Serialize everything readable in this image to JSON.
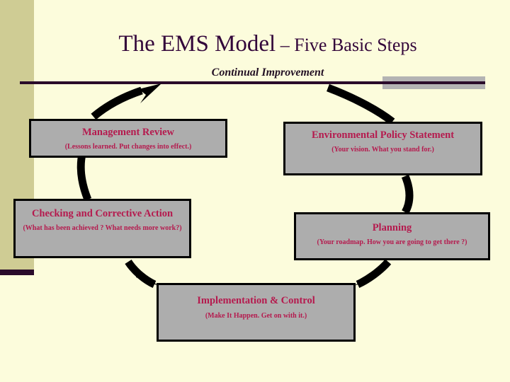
{
  "slide": {
    "title_main": "The EMS Model",
    "title_sub": " – Five Basic Steps",
    "cycle_label": "Continual Improvement",
    "background_color": "#fcfcdc",
    "accent_color": "#33063a",
    "band_color": "#cfcc94",
    "box_fill_color": "#adadad",
    "box_border_color": "#000000",
    "box_text_color": "#b51a4e",
    "arrow_color": "#000000"
  },
  "boxes": [
    {
      "id": "management-review",
      "head": "Management Review",
      "note": "(Lessons learned.  Put changes into effect.)"
    },
    {
      "id": "environmental-policy-statement",
      "head": "Environmental Policy Statement",
      "note": "(Your vision. What you stand for.)"
    },
    {
      "id": "checking-and-corrective-action",
      "head": "Checking and Corrective Action",
      "note": "(What has been achieved ? What needs more work?)"
    },
    {
      "id": "planning",
      "head": "Planning",
      "note": "(Your roadmap. How you are going to get there ?)"
    },
    {
      "id": "implementation-and-control",
      "head": "Implementation & Control",
      "note": "(Make It Happen. Get on with it.)"
    }
  ]
}
